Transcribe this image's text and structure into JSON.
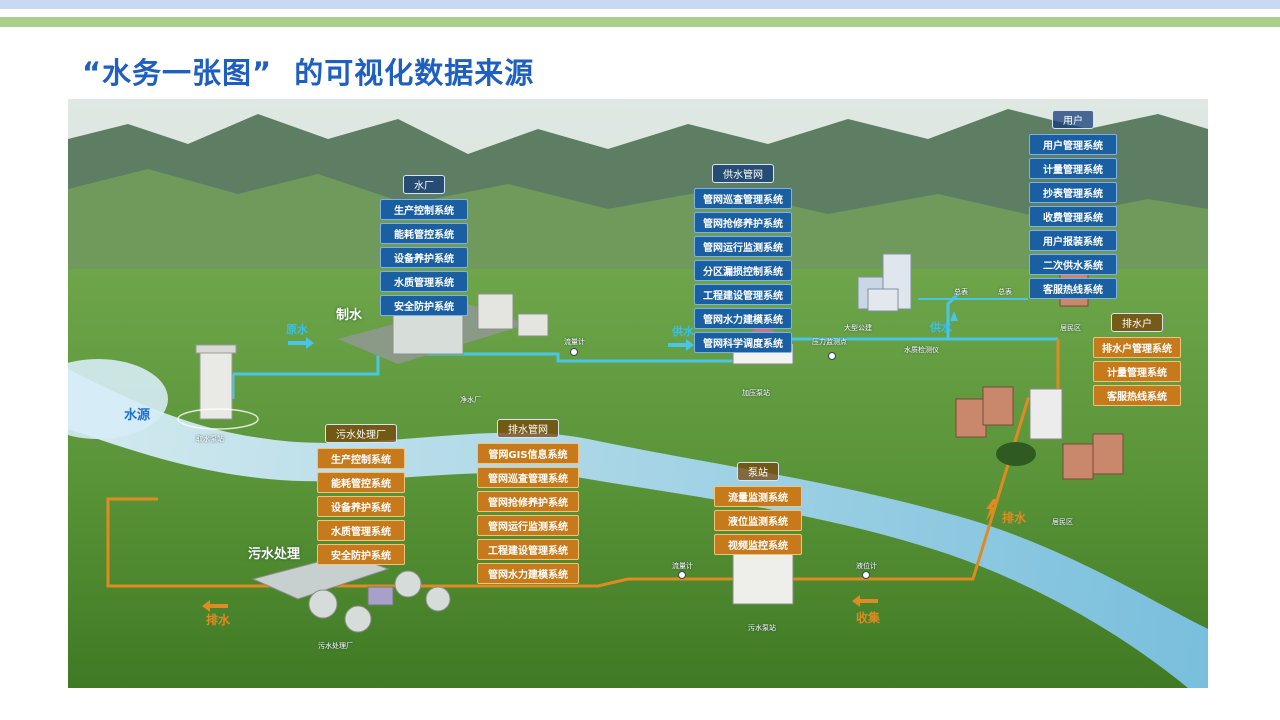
{
  "page": {
    "title": "“水务一张图”  的可视化数据来源"
  },
  "colors": {
    "title": "#1f5fbf",
    "supply_pipe": "#49c6e5",
    "drain_pipe": "#e08a22",
    "panel_blue": "#1b5fa3",
    "panel_orange": "#c77a1c"
  },
  "panels": {
    "water_plant": {
      "header": "水厂",
      "items": [
        "生产控制系统",
        "能耗管控系统",
        "设备养护系统",
        "水质管理系统",
        "安全防护系统"
      ]
    },
    "supply_network": {
      "header": "供水管网",
      "items": [
        "管网巡查管理系统",
        "管网抢修养护系统",
        "管网运行监测系统",
        "分区漏损控制系统",
        "工程建设管理系统",
        "管网水力建模系统",
        "管网科学调度系统"
      ]
    },
    "users": {
      "header": "用户",
      "items": [
        "用户管理系统",
        "计量管理系统",
        "抄表管理系统",
        "收费管理系统",
        "用户报装系统",
        "二次供水系统",
        "客服热线系统"
      ]
    },
    "drain_user": {
      "header": "排水户",
      "items": [
        "排水户管理系统",
        "计量管理系统",
        "客服热线系统"
      ]
    },
    "sewage_plant": {
      "header": "污水处理厂",
      "items": [
        "生产控制系统",
        "能耗管控系统",
        "设备养护系统",
        "水质管理系统",
        "安全防护系统"
      ]
    },
    "drain_network": {
      "header": "排水管网",
      "items": [
        "管网GIS信息系统",
        "管网巡查管理系统",
        "管网抢修养护系统",
        "管网运行监测系统",
        "工程建设管理系统",
        "管网水力建模系统"
      ]
    },
    "pump_station": {
      "header": "泵站",
      "items": [
        "流量监测系统",
        "液位监测系统",
        "视频监控系统"
      ]
    }
  },
  "labels": {
    "water_source": "水源",
    "intake_pump": "取水泵站",
    "raw_water": "原水",
    "make_water": "制水",
    "clean_plant": "净水厂",
    "supply_water": "供水",
    "flow_meter_1": "流量计",
    "pressure_point": "压力监测点",
    "boost_pump": "加压泵站",
    "supply_water_2": "供水",
    "public_building": "大型公建",
    "main_meter_1": "总表",
    "main_meter_2": "总表",
    "quality_meter": "水质检测仪",
    "residential_1": "居民区",
    "residential_2": "居民区",
    "drain_1": "排水",
    "flow_meter_2": "流量计",
    "level_meter": "液位计",
    "sewage_pump": "污水泵站",
    "collect": "收集",
    "sewage_treatment": "污水处理",
    "sewage_plant_name": "污水处理厂",
    "drain_2": "排水"
  }
}
